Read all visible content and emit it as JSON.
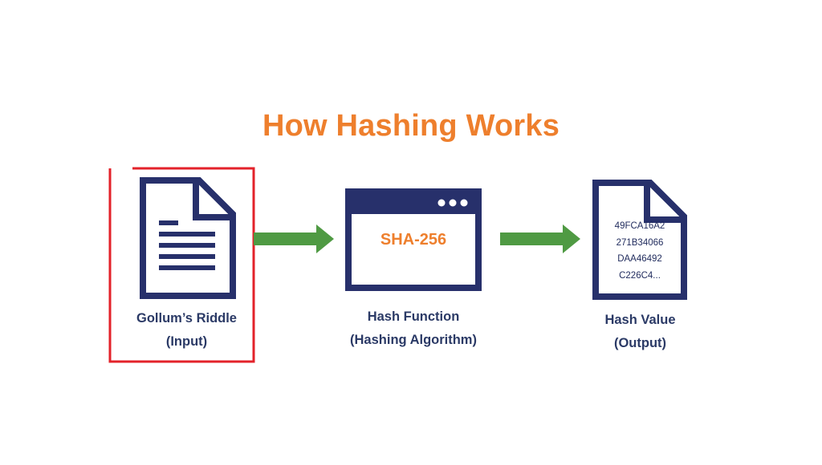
{
  "title": "How Hashing Works",
  "input": {
    "caption_line1": "Gollum’s Riddle",
    "caption_line2": "(Input)"
  },
  "hash_function": {
    "algorithm": "SHA-256",
    "caption_line1": "Hash Function",
    "caption_line2": "(Hashing Algorithm)"
  },
  "output": {
    "hash_lines": [
      "49FCA16A2",
      "271B34066",
      "DAA46492",
      "C226C4..."
    ],
    "caption_line1": "Hash Value",
    "caption_line2": "(Output)"
  },
  "colors": {
    "title": "#ee7f2d",
    "navy": "#27306b",
    "arrow": "#4f9a43",
    "highlight": "#e3222a"
  }
}
